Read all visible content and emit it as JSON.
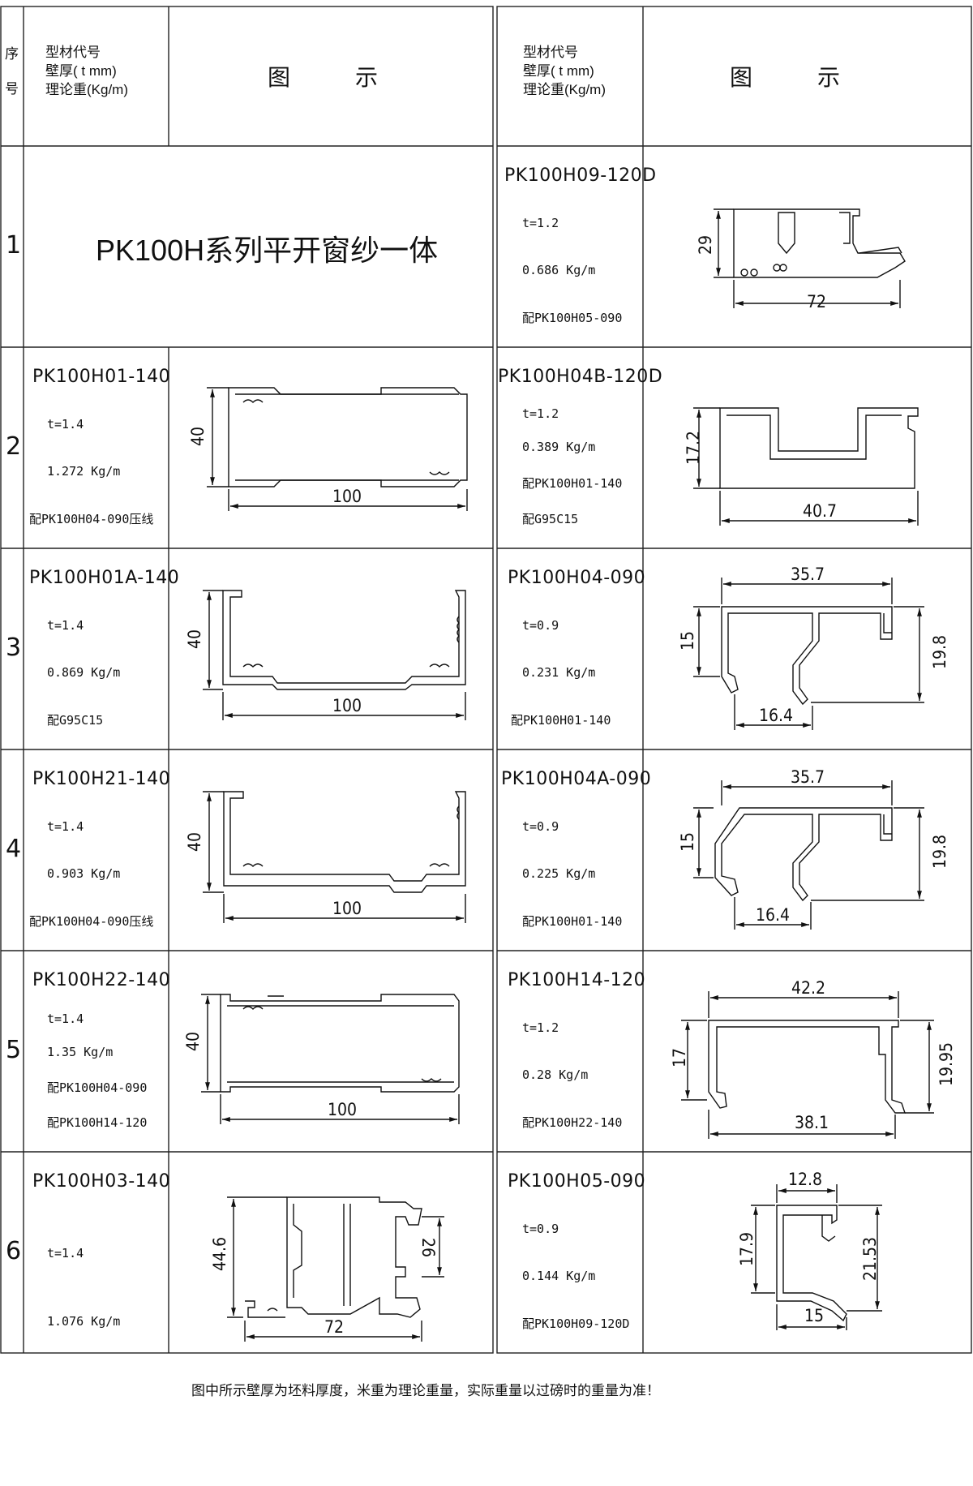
{
  "header": {
    "seq_line1": "序",
    "seq_line2": "号",
    "left_col_title": [
      "型材代号",
      "壁厚( t mm)",
      "理论重(Kg/m)"
    ],
    "left_fig_title": "图　示",
    "right_col_title": [
      "型材代号",
      "壁厚( t mm)",
      "理论重(Kg/m)"
    ],
    "right_fig_title": "图　示"
  },
  "rows": [
    {
      "no": "1",
      "left": {
        "series_title": "PK100H系列平开窗纱一体"
      },
      "right": {
        "code": "PK100H09-120D",
        "lines": [
          "t=1.2",
          "0.686 Kg/m",
          "配PK100H05-090"
        ],
        "dims": [
          "29",
          "72"
        ]
      }
    },
    {
      "no": "2",
      "left": {
        "code": "PK100H01-140",
        "lines": [
          "t=1.4",
          "1.272 Kg/m",
          "配PK100H04-090压线"
        ],
        "dims": [
          "40",
          "100"
        ]
      },
      "right": {
        "code": "PK100H04B-120D",
        "lines": [
          "t=1.2",
          "0.389 Kg/m",
          "配PK100H01-140",
          "配G95C15"
        ],
        "dims": [
          "17.2",
          "40.7"
        ]
      }
    },
    {
      "no": "3",
      "left": {
        "code": "PK100H01A-140",
        "lines": [
          "t=1.4",
          "0.869 Kg/m",
          "配G95C15"
        ],
        "dims": [
          "40",
          "100"
        ]
      },
      "right": {
        "code": "PK100H04-090",
        "lines": [
          "t=0.9",
          "0.231 Kg/m",
          "配PK100H01-140"
        ],
        "dims": [
          "35.7",
          "15",
          "19.8",
          "16.4"
        ]
      }
    },
    {
      "no": "4",
      "left": {
        "code": "PK100H21-140",
        "lines": [
          "t=1.4",
          "0.903 Kg/m",
          "配PK100H04-090压线"
        ],
        "dims": [
          "40",
          "100"
        ]
      },
      "right": {
        "code": "PK100H04A-090",
        "lines": [
          "t=0.9",
          "0.225 Kg/m",
          "配PK100H01-140"
        ],
        "dims": [
          "35.7",
          "15",
          "19.8",
          "16.4"
        ]
      }
    },
    {
      "no": "5",
      "left": {
        "code": "PK100H22-140",
        "lines": [
          "t=1.4",
          "1.35 Kg/m",
          "配PK100H04-090",
          "配PK100H14-120"
        ],
        "dims": [
          "40",
          "100"
        ]
      },
      "right": {
        "code": "PK100H14-120",
        "lines": [
          "t=1.2",
          "0.28 Kg/m",
          "配PK100H22-140"
        ],
        "dims": [
          "42.2",
          "17",
          "19.95",
          "38.1"
        ]
      }
    },
    {
      "no": "6",
      "left": {
        "code": "PK100H03-140",
        "lines": [
          "t=1.4",
          "1.076 Kg/m"
        ],
        "dims": [
          "44.6",
          "26",
          "72"
        ]
      },
      "right": {
        "code": "PK100H05-090",
        "lines": [
          "t=0.9",
          "0.144 Kg/m",
          "配PK100H09-120D"
        ],
        "dims": [
          "12.8",
          "17.9",
          "21.53",
          "15"
        ]
      }
    }
  ],
  "footer_note": "图中所示壁厚为坯料厚度，米重为理论重量，实际重量以过磅时的重量为准！"
}
